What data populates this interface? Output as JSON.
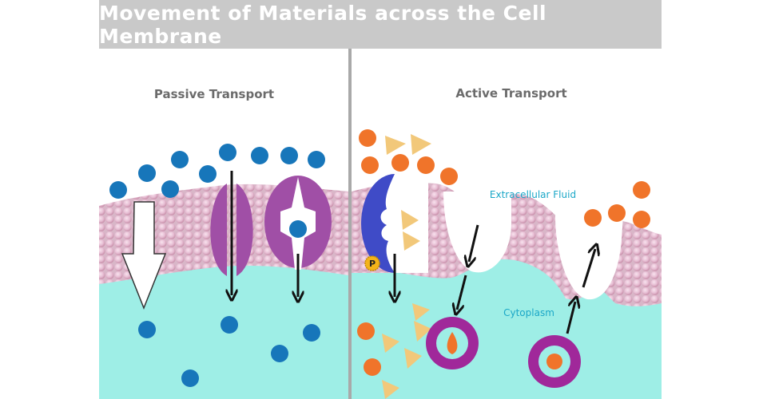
{
  "title": "Movement of Materials across the Cell Membrane",
  "panels": {
    "passive": {
      "heading": "Passive Transport"
    },
    "active": {
      "heading": "Active Transport",
      "extracellular_label": "Extracellular Fluid",
      "cytoplasm_label": "Cytoplasm",
      "phosphate_label": "P"
    }
  },
  "colors": {
    "title_bar": "#c9c9c9",
    "cytoplasm": "#9eeee6",
    "lipid_head": "#e6bcd2",
    "channel_protein": "#a04fa6",
    "carrier_protein": "#3f4bc7",
    "blue_molecule": "#1776ba",
    "orange_molecule": "#f0742a",
    "yellow_molecule": "#f2c87a",
    "vesicle": "#a0289a",
    "label_text": "#1aa7c7",
    "phosphate": "#f4b41a"
  }
}
